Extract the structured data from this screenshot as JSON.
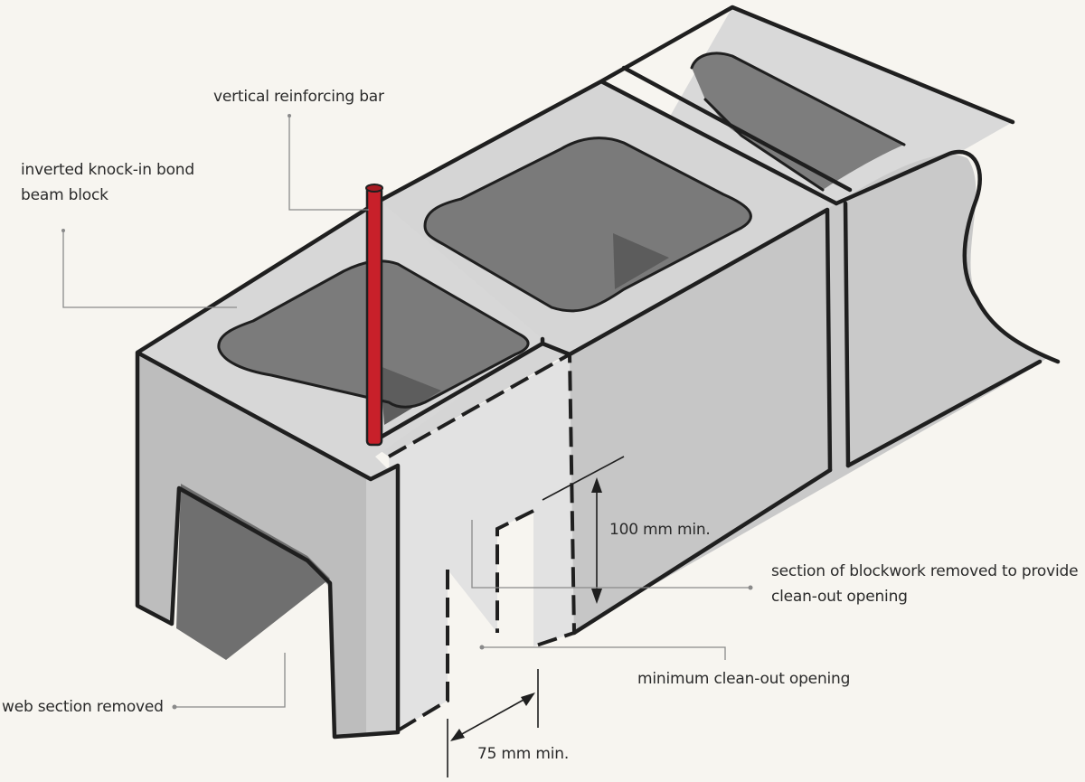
{
  "labels": {
    "reinforcing_bar": "vertical reinforcing bar",
    "knock_in_line1": "inverted knock-in bond",
    "knock_in_line2": "beam block",
    "height_min": "100 mm min.",
    "section_removed_line1": "section of blockwork removed to provide",
    "section_removed_line2": "clean-out opening",
    "min_opening": "minimum clean-out opening",
    "web_removed": "web section removed",
    "width_min": "75 mm min."
  },
  "colors": {
    "background": "#f7f5f0",
    "block_top": "#d9d9d9",
    "block_side": "#c2c2c2",
    "block_front": "#b0b0b0",
    "cavity": "#7d7d7d",
    "cavity_dark": "#5e5e5e",
    "removed_section": "#e2e2e2",
    "rebar": "#c8202a",
    "outline": "#1f1f1f",
    "leader": "#8a8a8a"
  }
}
